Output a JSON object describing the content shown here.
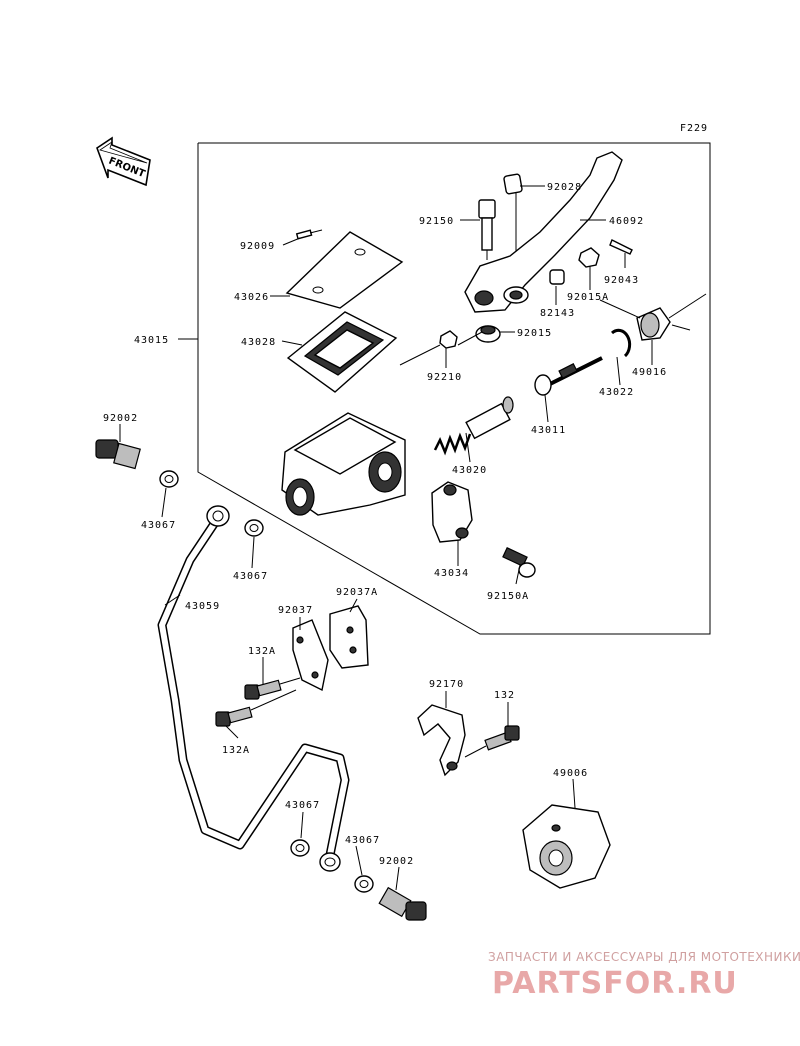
{
  "diagram": {
    "figure_code": "F229",
    "front_label": "FRONT",
    "labels": {
      "p43015": "43015",
      "p92002_a": "92002",
      "p43067_a": "43067",
      "p43067_b": "43067",
      "p43059": "43059",
      "p92037": "92037",
      "p92037a": "92037A",
      "p132a_a": "132A",
      "p132a_b": "132A",
      "p92170": "92170",
      "p132": "132",
      "p49006": "49006",
      "p43067_c": "43067",
      "p43067_d": "43067",
      "p92002_b": "92002",
      "p92028": "92028",
      "p92150": "92150",
      "p46092": "46092",
      "p92009": "92009",
      "p92043": "92043",
      "p43026": "43026",
      "p92015a": "92015A",
      "p82143": "82143",
      "p43028": "43028",
      "p92015": "92015",
      "p49016": "49016",
      "p92210": "92210",
      "p43022": "43022",
      "p43011": "43011",
      "p43020": "43020",
      "p43034": "43034",
      "p92150a": "92150A"
    }
  },
  "watermark": {
    "tagline": "ЗАПЧАСТИ И АКСЕССУАРЫ ДЛЯ МОТОТЕХНИКИ",
    "brand": "PARTSFOR.RU"
  }
}
